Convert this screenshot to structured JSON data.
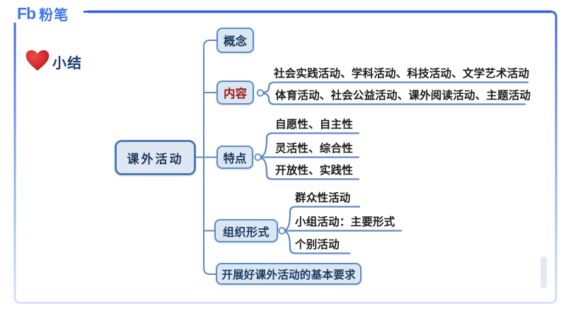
{
  "brand": {
    "logo_mark": "Fb",
    "logo_text": "粉笔"
  },
  "heading": {
    "label": "小结"
  },
  "mindmap": {
    "root": {
      "label": "课外活动"
    },
    "branches": [
      {
        "label": "概念",
        "children": []
      },
      {
        "label": "内容",
        "children": [
          "社会实践活动、学科活动、科技活动、文学艺术活动",
          "体育活动、社会公益活动、课外阅读活动、主题活动"
        ]
      },
      {
        "label": "特点",
        "children": [
          "自愿性、自主性",
          "灵活性、综合性",
          "开放性、实践性"
        ]
      },
      {
        "label": "组织形式",
        "children": [
          "群众性活动",
          "小组活动：主要形式",
          "个别活动"
        ]
      },
      {
        "label": "开展好课外活动的基本要求",
        "children": []
      }
    ]
  },
  "colors": {
    "accent_blue": "#2d5de2",
    "logo_blue": "#3b76f1",
    "connector_blue": "#5e8ac3",
    "node_border": "#5f8cc4",
    "node_fill": "#dbe6f3",
    "text_navy": "#1b3a5e",
    "text_red": "#9b1b1b",
    "heart_red": "#cf1f26"
  }
}
